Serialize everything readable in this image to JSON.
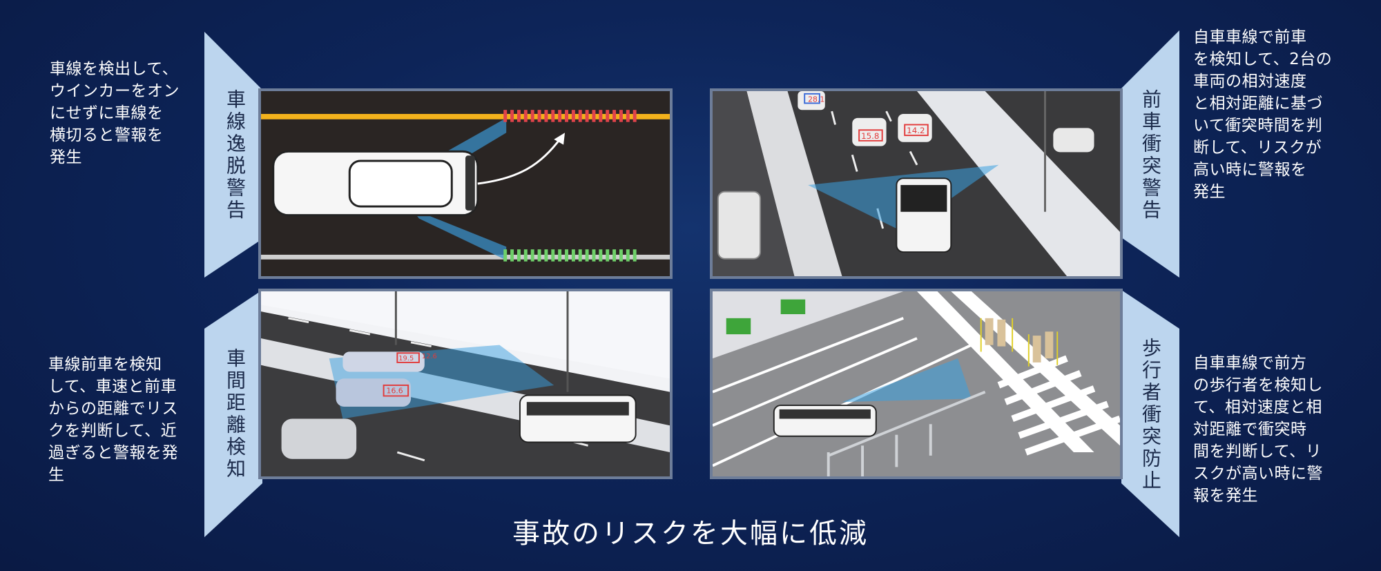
{
  "features": {
    "lane_departure": {
      "label": "車線逸脱警告",
      "description": "車線を検出して、\nウインカーをオン\nにせずに車線を\n横切ると警報を\n発生"
    },
    "forward_collision": {
      "label": "前車衝突警告",
      "description": "自車車線で前車\nを検知して、2台の\n車両の相対速度\nと相対距離に基づ\nいて衝突時間を判\n断して、リスクが\n高い時に警報を\n発生"
    },
    "headway_monitoring": {
      "label": "車間距離検知",
      "description": "車線前車を検知\nして、車速と前車\nからの距離でリス\nクを判断して、近\n過ぎると警報を発\n生"
    },
    "pedestrian_collision": {
      "label": "歩行者衝突防止",
      "description": "自車車線で前方\nの歩行者を検知し\nて、相対速度と相\n対距離で衝突時\n間を判断して、リ\nスクが高い時に警\n報を発生"
    }
  },
  "scene_labels": {
    "fcw_car_left": "28.1",
    "fcw_car_mid": "15.8",
    "fcw_car_right": "14.2",
    "hmw_car_far": "19.5",
    "hmw_car_far2": "12.6",
    "hmw_car_near": "16.6"
  },
  "caption": "事故のリスクを大幅に低減",
  "colors": {
    "background": "#0d2458",
    "banner": "#bcd5ee",
    "panel_border": "#6d7d99",
    "detection_beam": "#3aa0e0",
    "warning_red": "#e23b3b"
  }
}
